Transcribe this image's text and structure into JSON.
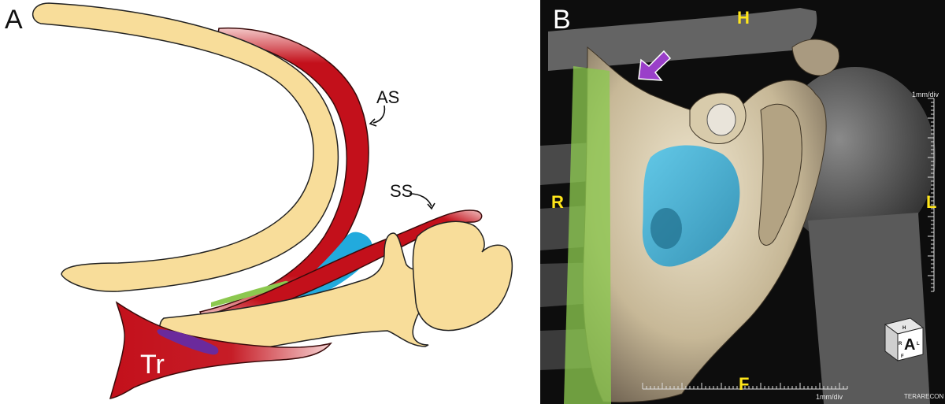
{
  "panel_a": {
    "letter": "A",
    "labels": {
      "as": "AS",
      "ss": "SS",
      "tr": "Tr"
    }
  },
  "panel_b": {
    "letter": "B",
    "orientation": {
      "top": "H",
      "bottom": "F",
      "left": "R",
      "right": "L"
    },
    "scale_right": "1mm/div",
    "scale_bottom": "1mm/div",
    "vendor": "TERARECON",
    "cube": {
      "big": "A",
      "h": "H",
      "f": "F",
      "r": "R",
      "l": "L"
    }
  },
  "colors": {
    "bone": "#f8dd9a",
    "muscle": "#c3101b",
    "blue_region": "#22aadd",
    "green_strip": "#8cc84f",
    "purple_mark": "#6b2a9c",
    "arrow": "#9a3fc9",
    "orientation_text": "#ffe61a"
  }
}
